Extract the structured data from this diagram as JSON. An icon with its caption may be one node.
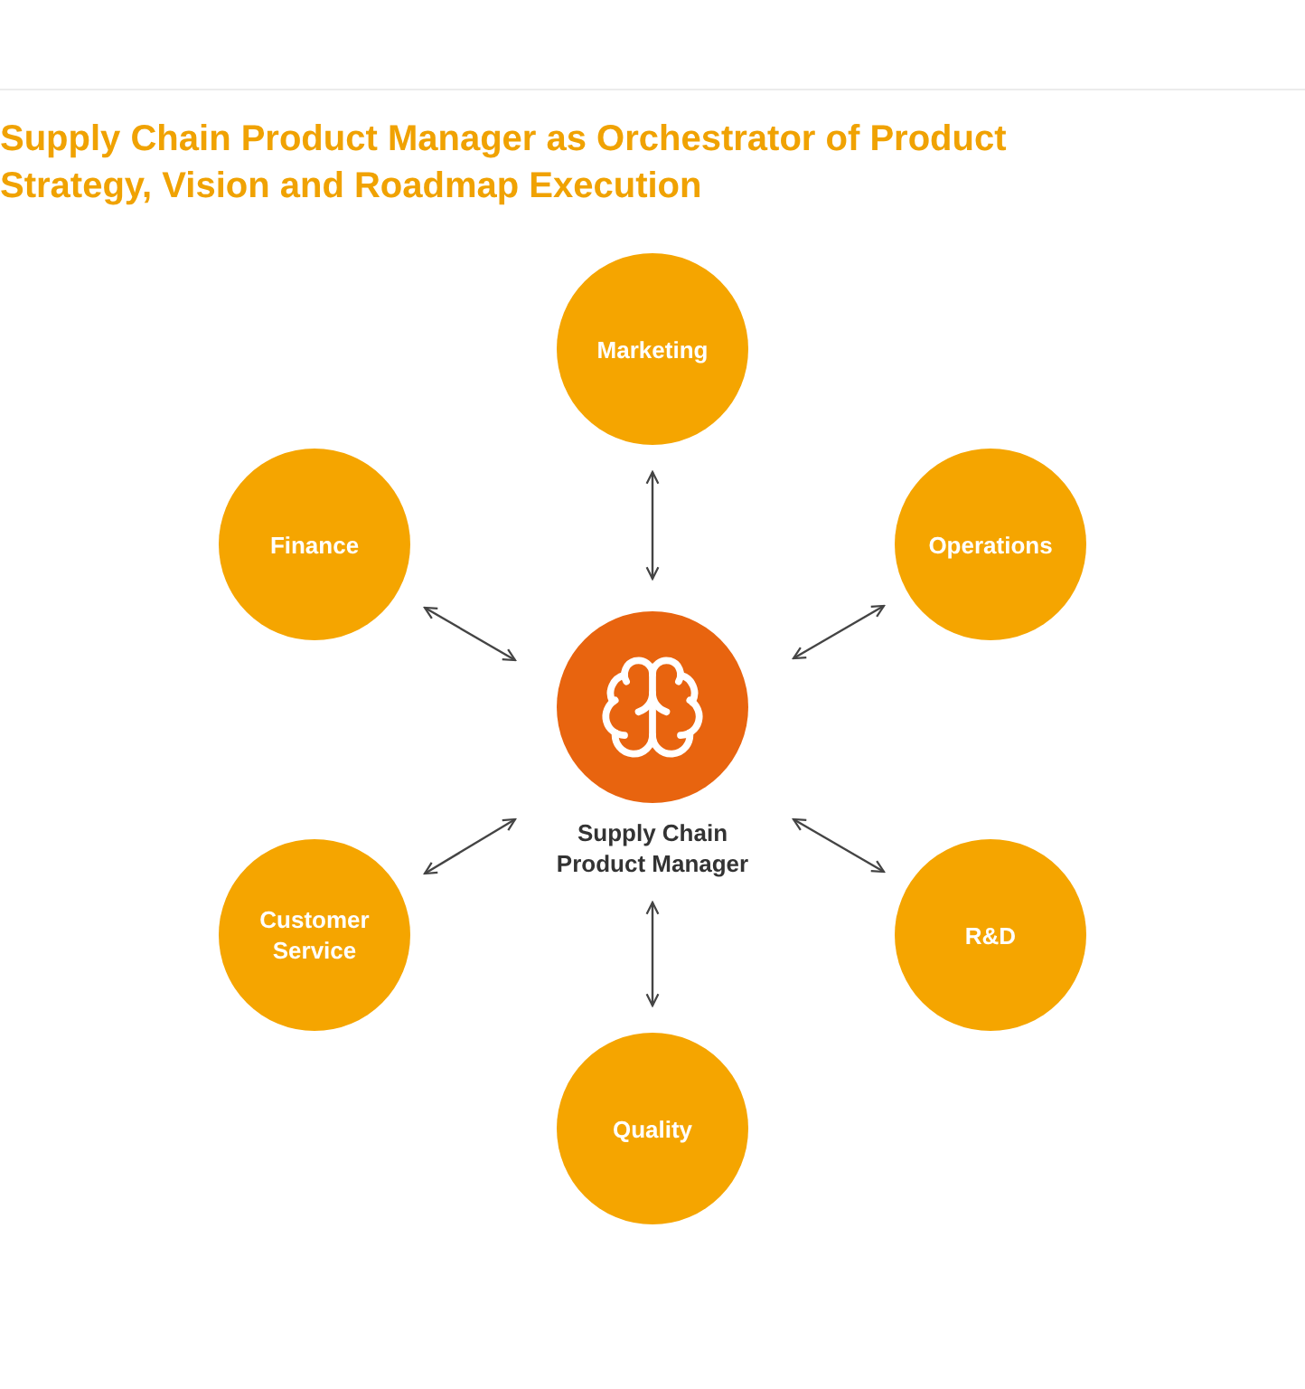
{
  "diagram": {
    "title": "Supply Chain Product Manager as Orchestrator of Product Strategy, Vision and Roadmap Execution",
    "nodes": [
      {
        "text": [
          "Marketing"
        ]
      },
      {
        "text": [
          "Finance"
        ]
      },
      {
        "text": [
          "Operations"
        ]
      },
      {
        "text": [
          "Supply Chain Product Manager"
        ]
      },
      {
        "text": [
          "Customer Service"
        ]
      },
      {
        "text": [
          "R&D"
        ]
      },
      {
        "text": [
          "Quality"
        ]
      }
    ],
    "edges": [
      {
        "from": 3,
        "to": 0,
        "arrow": "both"
      },
      {
        "from": 3,
        "to": 1,
        "arrow": "both"
      },
      {
        "from": 3,
        "to": 2,
        "arrow": "both"
      },
      {
        "from": 3,
        "to": 4,
        "arrow": "both"
      },
      {
        "from": 3,
        "to": 5,
        "arrow": "both"
      },
      {
        "from": 3,
        "to": 6,
        "arrow": "both"
      }
    ]
  }
}
